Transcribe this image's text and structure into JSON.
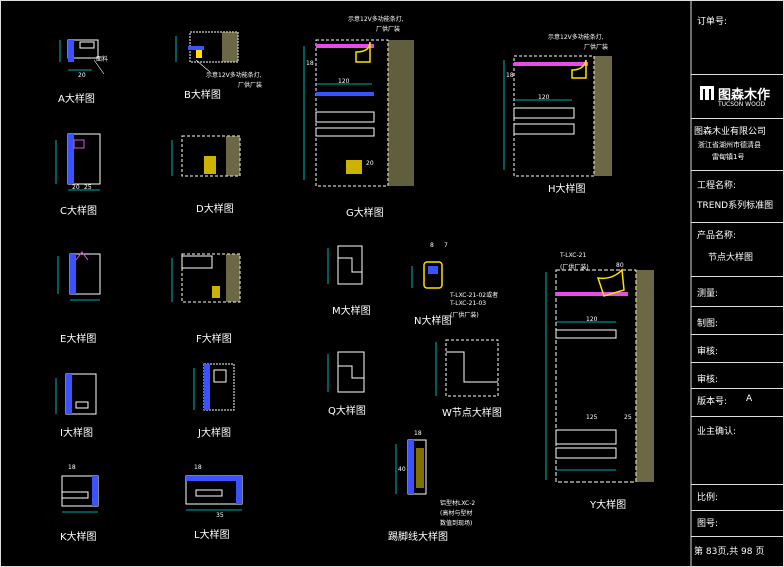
{
  "colors": {
    "background": "#000000",
    "dim": "#00e5e5",
    "wood": "#ffffff",
    "panel": "#3a52ff",
    "accent": "#e64ce6",
    "hardware": "#ffe000",
    "hatch": "#d8d08a"
  },
  "captions": {
    "A": "A大样图",
    "B": "B大样图",
    "C": "C大样图",
    "D": "D大样图",
    "E": "E大样图",
    "F": "F大样图",
    "I": "I大样图",
    "J": "J大样图",
    "K": "K大样图",
    "L": "L大样图",
    "G": "G大样图",
    "H": "H大样图",
    "M": "M大样图",
    "N": "N大样图",
    "Q": "Q大样图",
    "W": "W节点大样图",
    "skirting": "踢脚线大样图",
    "Y": "Y大样图"
  },
  "notes": {
    "g_light": "示意12V多功能条灯,",
    "g_light2": "厂供厂装",
    "b_light": "示意12V多功能条灯,",
    "b_light2": "厂供厂装",
    "h_light": "示意12V多功能条灯,",
    "h_light2": "厂供厂装",
    "n_1": "T-LXC-21-02或者",
    "n_2": "T-LXC-21-03",
    "n_3": "(厂供厂装)",
    "y_1": "T-LXC-21",
    "y_2": "(厂供厂装)",
    "sk_1": "铝型材LXC-2",
    "sk_2": "(高材与型材",
    "sk_3": "数值到现场)",
    "material": "面料"
  },
  "dims": {
    "g_120": "120",
    "g_18": "18",
    "g_20": "20",
    "h_120": "120",
    "h_18": "18",
    "y_120": "120",
    "y_125": "125",
    "y_80": "80",
    "y_25": "25",
    "a_20": "20",
    "c_20": "20",
    "c_25": "25",
    "k_18": "18",
    "l_18": "18",
    "l_35": "35",
    "sk_40": "40",
    "sk_18": "18",
    "n_8": "8",
    "n_7": "7"
  },
  "title_block": {
    "order_no": "订单号:",
    "logo_cn": "图森木作",
    "logo_en": "TUCSON WOOD",
    "company": "图森木业有限公司",
    "address1": "浙江省湖州市德清县",
    "address2": "雷甸镇1号",
    "project_label": "工程名称:",
    "project_value": "TREND系列标准图",
    "product_label": "产品名称:",
    "product_value": "节点大样图",
    "survey": "测量:",
    "draw": "制图:",
    "review": "审核:",
    "approve": "审核:",
    "version_label": "版本号:",
    "version_value": "A",
    "owner_confirm": "业主确认:",
    "scale": "比例:",
    "drawing_no": "图号:",
    "page": "第 83页,共 98 页"
  }
}
